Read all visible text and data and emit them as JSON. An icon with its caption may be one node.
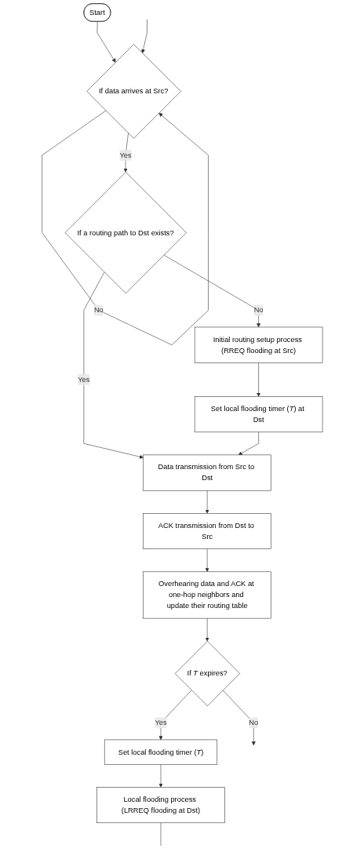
{
  "diagram": {
    "nodes": [
      {
        "text": [
          "Start"
        ]
      },
      {
        "text": [
          "If data arrives at Src?"
        ]
      },
      {
        "text": [
          "If a routing path to Dst exists?"
        ]
      },
      {
        "text": [
          "Initial routing setup process (RREQ flooding at Src)"
        ]
      },
      {
        "text": [
          "Set local flooding timer (*T*) at Dst"
        ]
      },
      {
        "text": [
          "Data transmission from Src to Dst"
        ]
      },
      {
        "text": [
          "ACK transmission from Dst to Src"
        ]
      },
      {
        "text": [
          "Overhearing data and ACK at one-hop neighbors and update their routing table"
        ]
      },
      {
        "text": [
          "If *T* expires?"
        ]
      },
      {
        "text": [
          "Set local flooding timer (*T*)"
        ]
      },
      {
        "text": [
          "Local flooding process (LRREQ flooding at Dst)"
        ]
      }
    ],
    "edges": [
      {
        "from": 0,
        "to": 1,
        "arrow": "to"
      },
      {
        "from": 1,
        "to": 1,
        "arrow": "to",
        "label": "No"
      },
      {
        "from": null,
        "to": 1,
        "arrow": "to"
      },
      {
        "from": 1,
        "to": 2,
        "arrow": "to",
        "label": "Yes"
      },
      {
        "from": 2,
        "to": 5,
        "arrow": "to",
        "label": "Yes"
      },
      {
        "from": 2,
        "to": 3,
        "arrow": "to",
        "label": "No"
      },
      {
        "from": 3,
        "to": 4,
        "arrow": "to"
      },
      {
        "from": 4,
        "to": 5,
        "arrow": "to"
      },
      {
        "from": 5,
        "to": 6,
        "arrow": "to"
      },
      {
        "from": 6,
        "to": 7,
        "arrow": "to"
      },
      {
        "from": 7,
        "to": 8,
        "arrow": "to"
      },
      {
        "from": 8,
        "to": null,
        "arrow": "to",
        "label": "No"
      },
      {
        "from": 8,
        "to": 9,
        "arrow": "to",
        "label": "Yes"
      },
      {
        "from": 9,
        "to": 10,
        "arrow": "to"
      },
      {
        "from": 10,
        "to": null,
        "arrow": "none"
      }
    ]
  }
}
